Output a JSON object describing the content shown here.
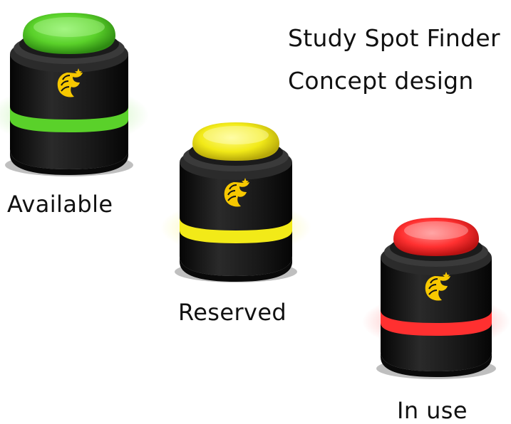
{
  "title": {
    "line1": "Study Spot Finder",
    "line2": "Concept design"
  },
  "devices": [
    {
      "status": "Available",
      "icon": "pegasus-logo-icon",
      "color": "#5ad12a",
      "dark": "#2e8a12",
      "light": "#8ef06a"
    },
    {
      "status": "Reserved",
      "icon": "pegasus-logo-icon",
      "color": "#f2ea18",
      "dark": "#b6a80a",
      "light": "#fffb8a"
    },
    {
      "status": "In use",
      "icon": "pegasus-logo-icon",
      "color": "#ff3030",
      "dark": "#b81212",
      "light": "#ff8a8a"
    }
  ],
  "colors": {
    "body": "#141414",
    "logo_gold": "#f7c800"
  }
}
